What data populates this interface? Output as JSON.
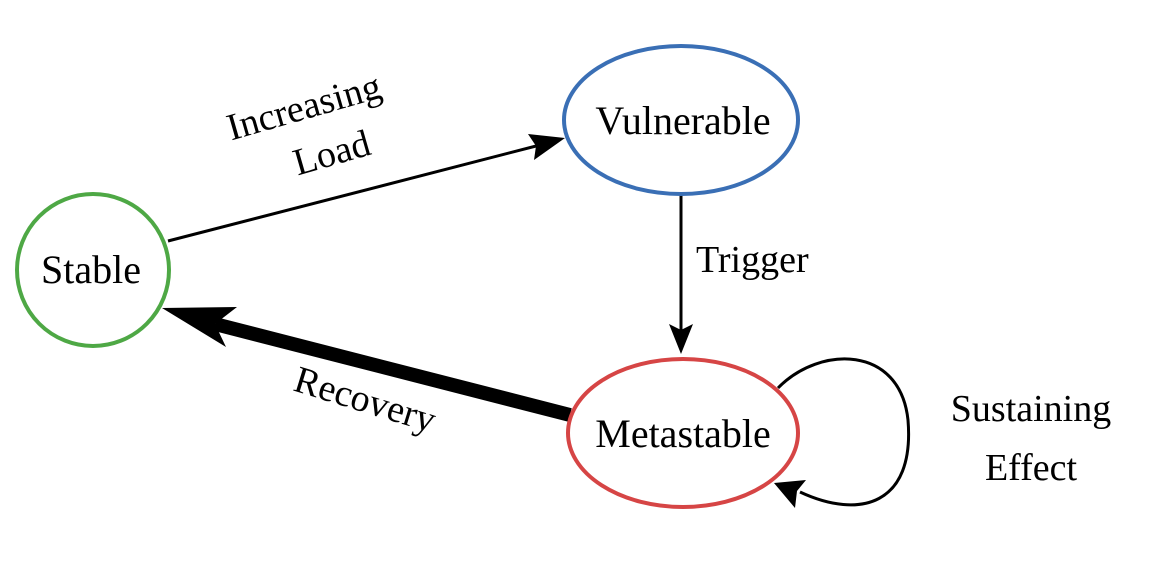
{
  "title": "Metastable failure state diagram",
  "colors": {
    "stable": "#4ea845",
    "vulnerable": "#3a6fb5",
    "metastable": "#d64545",
    "edge": "#000000"
  },
  "nodes": {
    "stable": {
      "label": "Stable"
    },
    "vulnerable": {
      "label": "Vulnerable"
    },
    "metastable": {
      "label": "Metastable"
    }
  },
  "edges": {
    "increasing_load": {
      "from": "Stable",
      "to": "Vulnerable",
      "label_line1": "Increasing",
      "label_line2": "Load",
      "emphasis": "normal"
    },
    "trigger": {
      "from": "Vulnerable",
      "to": "Metastable",
      "label": "Trigger",
      "emphasis": "normal"
    },
    "recovery": {
      "from": "Metastable",
      "to": "Stable",
      "label": "Recovery",
      "emphasis": "thick"
    },
    "sustaining_effect": {
      "from": "Metastable",
      "to": "Metastable",
      "label_line1": "Sustaining",
      "label_line2": "Effect",
      "emphasis": "normal"
    }
  }
}
